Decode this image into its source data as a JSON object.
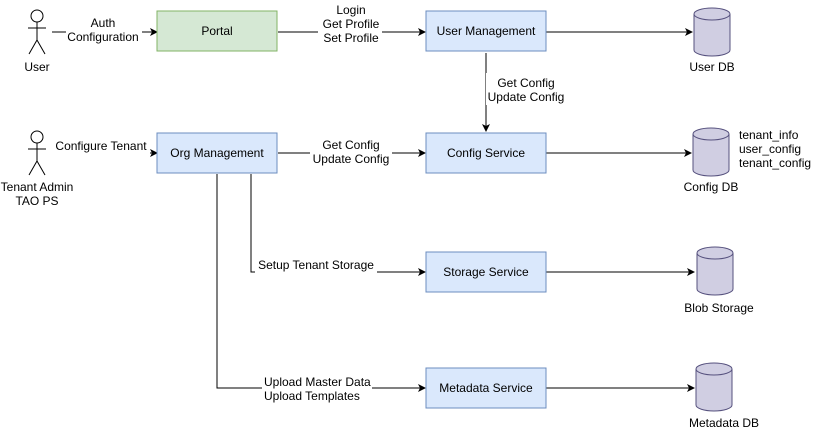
{
  "actors": {
    "user": "User",
    "tenant_admin_line1": "Tenant Admin",
    "tenant_admin_line2": "TAO PS"
  },
  "services": {
    "portal": "Portal",
    "user_management": "User Management",
    "org_management": "Org Management",
    "config_service": "Config Service",
    "storage_service": "Storage Service",
    "metadata_service": "Metadata Service"
  },
  "databases": {
    "user_db": "User DB",
    "config_db": "Config DB",
    "blob_storage": "Blob Storage",
    "metadata_db": "Metadata DB"
  },
  "edge_labels": {
    "user_portal": [
      "Auth",
      "Configuration"
    ],
    "portal_user_mgmt": [
      "Login",
      "Get Profile",
      "Set Profile"
    ],
    "user_mgmt_config": [
      "Get Config",
      "Update Config"
    ],
    "admin_org": [
      "Configure Tenant"
    ],
    "org_config": [
      "Get Config",
      "Update Config"
    ],
    "org_storage": [
      "Setup Tenant Storage"
    ],
    "org_metadata": [
      "Upload Master Data",
      "Upload Templates"
    ]
  },
  "config_db_tables": [
    "tenant_info",
    "user_config",
    "tenant_config"
  ],
  "colors": {
    "service_fill": "#dae8fc",
    "service_stroke": "#6c8ebf",
    "portal_fill": "#d5e8d4",
    "portal_stroke": "#82b366",
    "db_fill": "#d0cee2",
    "db_stroke": "#56517e"
  }
}
